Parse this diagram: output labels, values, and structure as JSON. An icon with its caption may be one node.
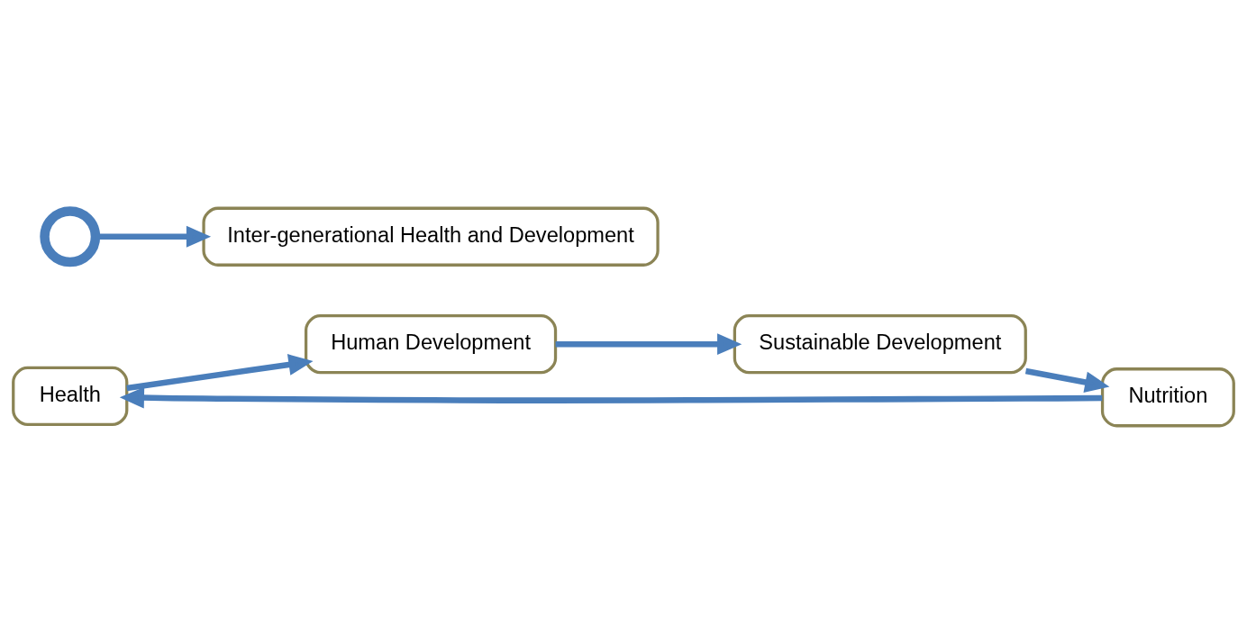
{
  "diagram": {
    "nodes": [
      {
        "text": [
          "Health"
        ]
      },
      {
        "text": [
          "Human Development"
        ]
      },
      {
        "text": [
          "Inter-generational Health and Development"
        ]
      },
      {
        "text": [
          "Sustainable Development"
        ]
      },
      {
        "text": [
          "Nutrition"
        ]
      },
      {
        "text": [],
        "shape": "circle"
      }
    ],
    "edges": [
      {
        "from": 0,
        "to": 1,
        "arrow": "to"
      },
      {
        "from": 1,
        "to": 3,
        "arrow": "to"
      },
      {
        "from": 3,
        "to": 4,
        "arrow": "to"
      },
      {
        "from": 4,
        "to": 0,
        "arrow": "to"
      },
      {
        "from": 5,
        "to": 2,
        "arrow": "to"
      }
    ]
  }
}
